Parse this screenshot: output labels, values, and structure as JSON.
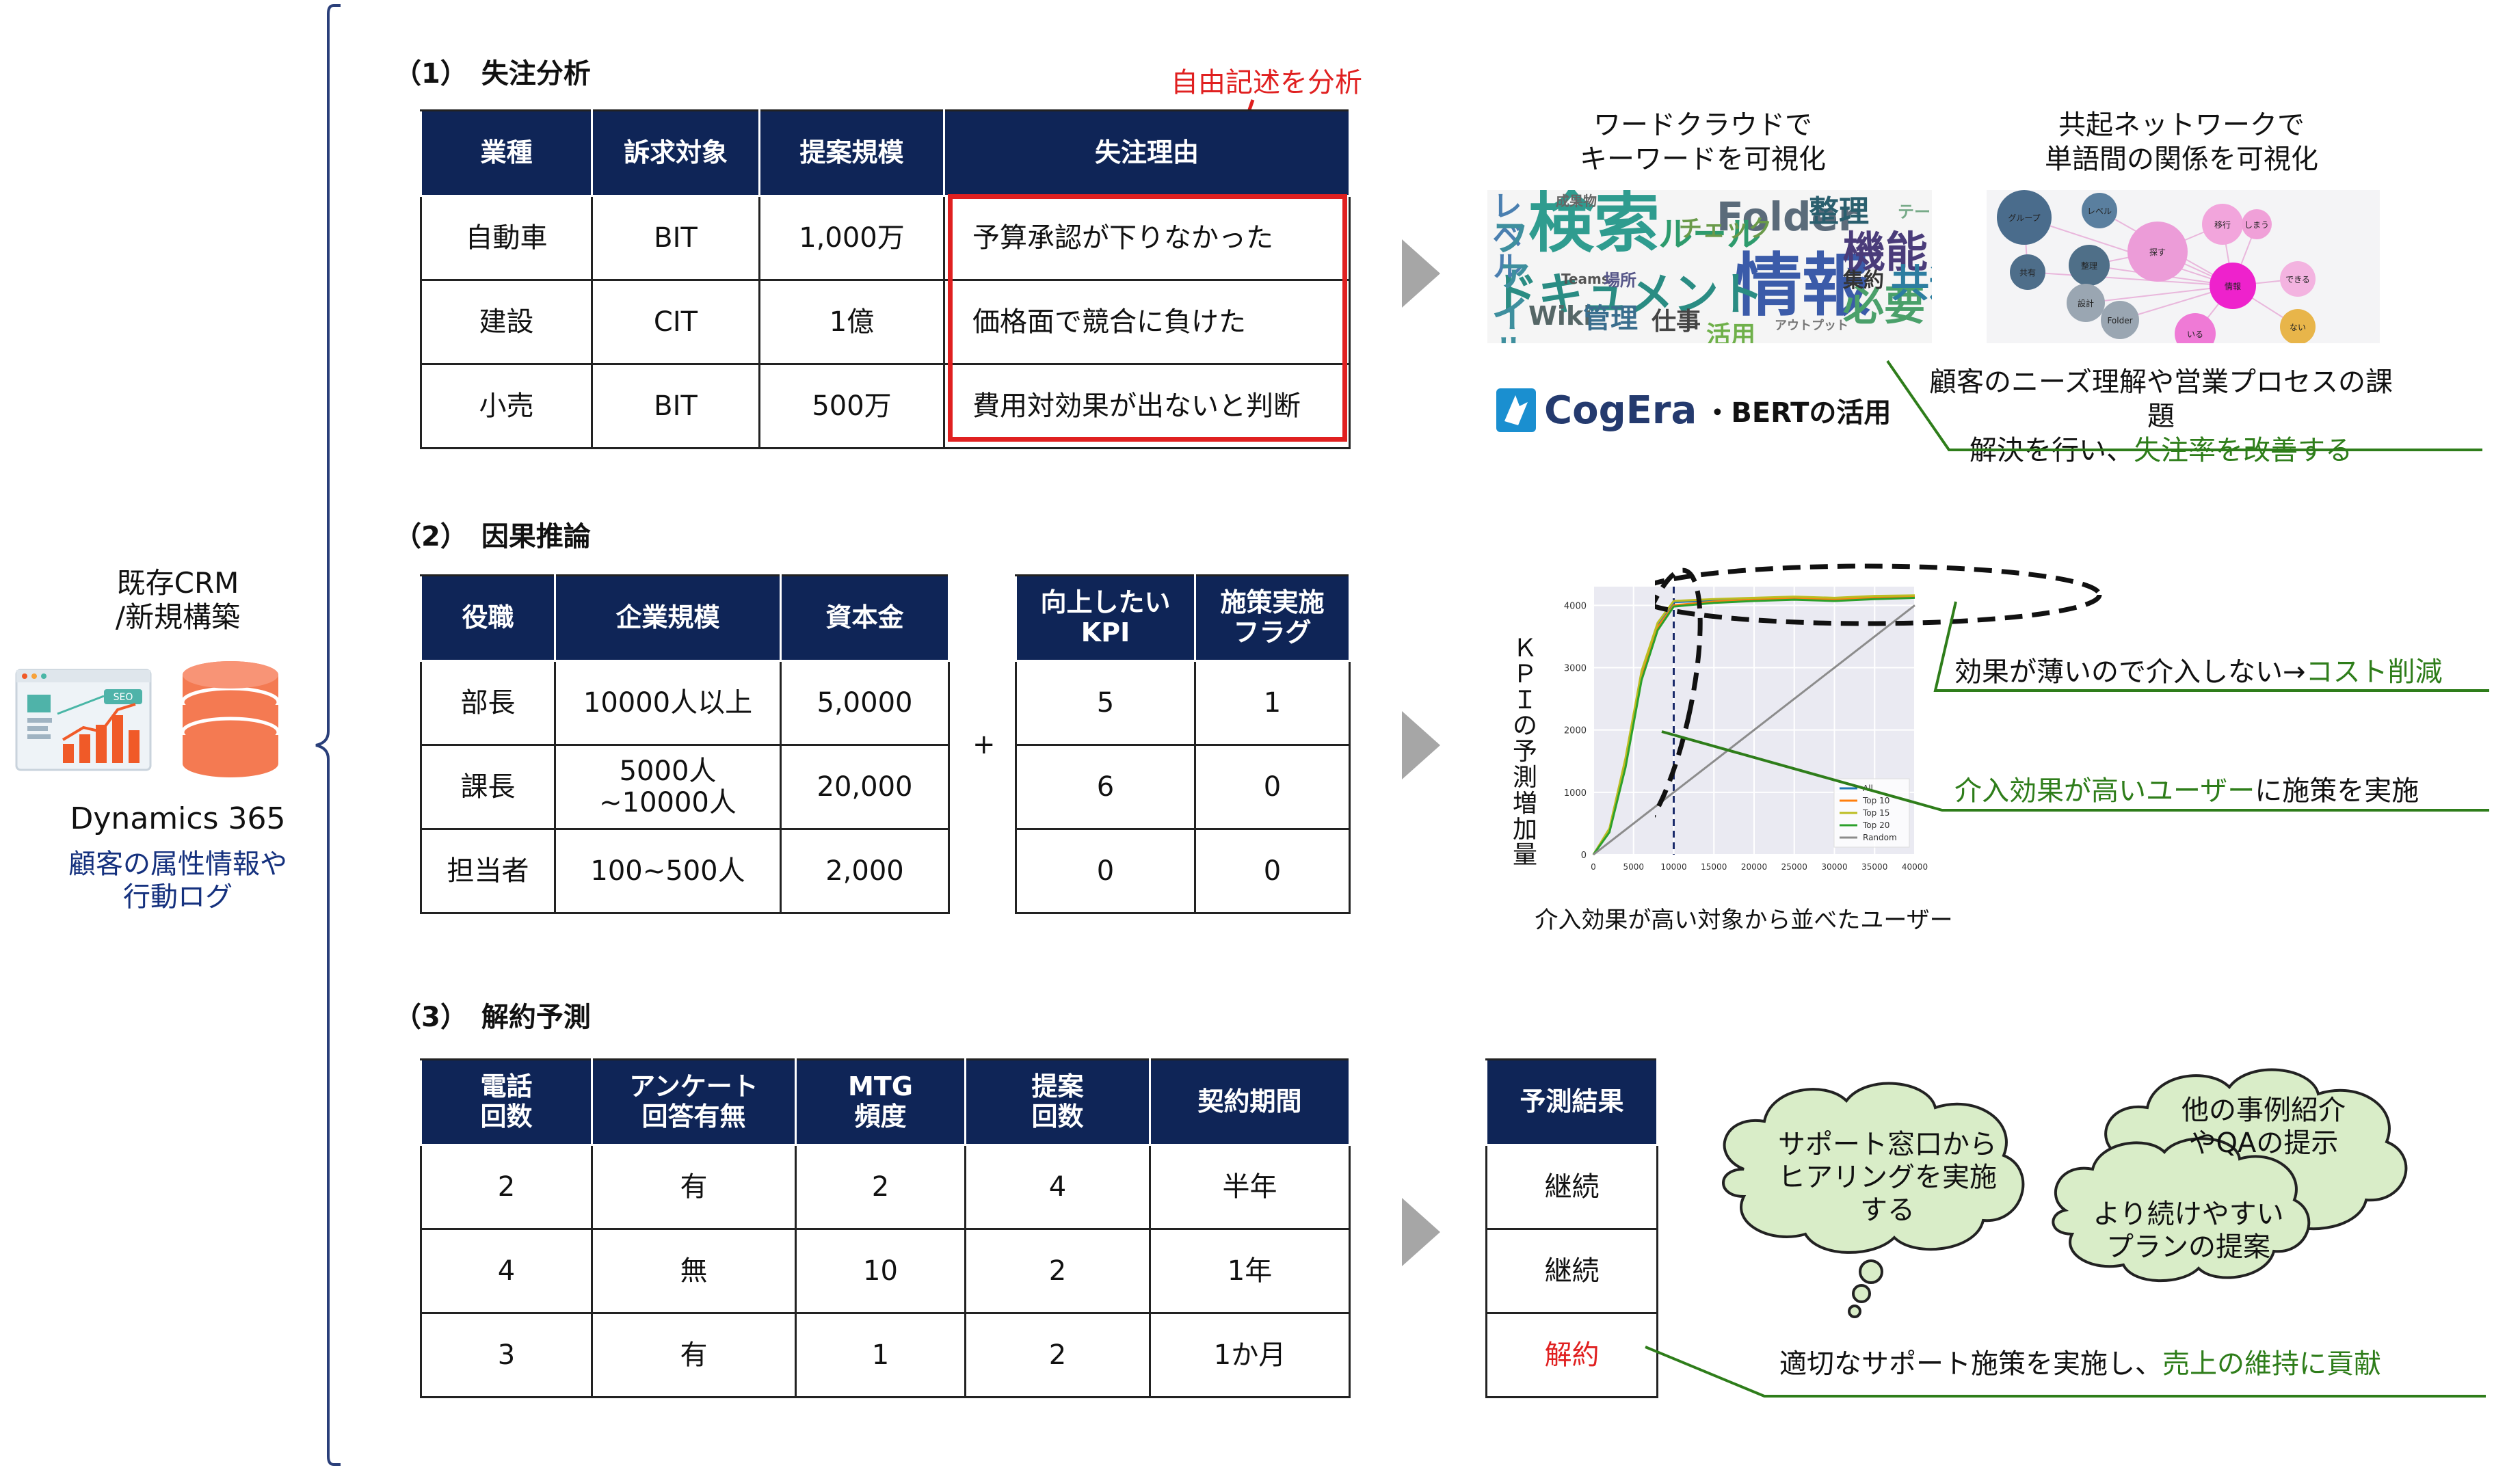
{
  "left": {
    "title_line1": "既存CRM",
    "title_line2": "/新規構築",
    "product": "Dynamics 365",
    "desc_line1": "顧客の属性情報や",
    "desc_line2": "行動ログ",
    "seo_badge": "SEO"
  },
  "s1": {
    "title": "（1）　失注分析",
    "callout": "自由記述を分析",
    "headers": [
      "業種",
      "訴求対象",
      "提案規模",
      "失注理由"
    ],
    "rows": [
      [
        "自動車",
        "BIT",
        "1,000万",
        "予算承認が下りなかった"
      ],
      [
        "建設",
        "CIT",
        "1億",
        "価格面で競合に負けた"
      ],
      [
        "小売",
        "BIT",
        "500万",
        "費用対効果が出ないと判断"
      ]
    ],
    "wc_cap1": "ワードクラウドで",
    "wc_cap2": "キーワードを可視化",
    "net_cap1": "共起ネットワークで",
    "net_cap2": "単語間の関係を可視化",
    "logo_text": "CogEra",
    "logo_suffix": "・BERTの活用",
    "result_line1": "顧客のニーズ理解や営業プロセスの課題",
    "result_line2a": "解決を行い、",
    "result_line2b": "失注率を改善する",
    "wordcloud_words": [
      "検索",
      "情報",
      "Folder",
      "ドキュメント",
      "機能",
      "整理",
      "ルール",
      "レベル",
      "Wiki",
      "管理",
      "仕事",
      "必要",
      "共通",
      "集約",
      "チェック",
      "ファイル",
      "成果物",
      "Teams",
      "アウトプット",
      "場所",
      "活用",
      "テーマ"
    ],
    "network_words": [
      "グループ",
      "レベル",
      "共有",
      "整理",
      "探す",
      "移行",
      "しまう",
      "情報",
      "できる",
      "設計",
      "Folder",
      "いる",
      "ない"
    ]
  },
  "s2": {
    "title": "（2）　因果推論",
    "headers": [
      "役職",
      "企業規模",
      "資本金"
    ],
    "rows": [
      [
        "部長",
        "10000人以上",
        "5,0000"
      ],
      [
        "課長",
        "5000人\n~10000人",
        "20,000"
      ],
      [
        "担当者",
        "100~500人",
        "2,000"
      ]
    ],
    "plus": "+",
    "headers2": [
      "向上したい\nKPI",
      "施策実施\nフラグ"
    ],
    "rows2": [
      [
        "5",
        "1"
      ],
      [
        "6",
        "0"
      ],
      [
        "0",
        "0"
      ]
    ],
    "ylabel": "ＫＰＩの予測増加量",
    "xlabel": "介入効果が高い対象から並べたユーザー",
    "result1a": "効果が薄いので介入しない→",
    "result1b": "コスト削減",
    "result2a": "介入効果が高いユーザー",
    "result2b": "に施策を実施"
  },
  "chart_data": {
    "type": "line",
    "title": "",
    "xlabel": "介入効果が高い対象から並べたユーザー",
    "ylabel": "ＫＰＩの予測増加量",
    "xlim": [
      0,
      40000
    ],
    "ylim": [
      0,
      4300
    ],
    "xticks": [
      0,
      5000,
      10000,
      15000,
      20000,
      25000,
      30000,
      35000,
      40000
    ],
    "yticks": [
      0,
      1000,
      2000,
      3000,
      4000
    ],
    "legend_position": "lower-right",
    "grid": true,
    "x": [
      0,
      2000,
      4000,
      6000,
      8000,
      10000,
      15000,
      20000,
      25000,
      30000,
      35000,
      40000
    ],
    "series": [
      {
        "name": "All",
        "color": "#1f77b4",
        "values": [
          0,
          400,
          1500,
          2900,
          3700,
          4050,
          4080,
          4100,
          4120,
          4100,
          4130,
          4150
        ]
      },
      {
        "name": "Top 10",
        "color": "#ff7f0e",
        "values": [
          0,
          380,
          1450,
          2850,
          3650,
          4000,
          4060,
          4090,
          4110,
          4090,
          4120,
          4140
        ]
      },
      {
        "name": "Top 15",
        "color": "#bcbd22",
        "values": [
          0,
          420,
          1550,
          2950,
          3720,
          4070,
          4100,
          4120,
          4140,
          4120,
          4150,
          4160
        ]
      },
      {
        "name": "Top 20",
        "color": "#2ca02c",
        "values": [
          0,
          360,
          1400,
          2800,
          3600,
          3980,
          4040,
          4070,
          4090,
          4070,
          4100,
          4120
        ]
      },
      {
        "name": "Random",
        "color": "#8c8c8c",
        "values": [
          0,
          200,
          400,
          600,
          800,
          1000,
          1500,
          2000,
          2500,
          3000,
          3500,
          4000
        ]
      }
    ]
  },
  "s3": {
    "title": "（3）　解約予測",
    "headers": [
      "電話\n回数",
      "アンケート\n回答有無",
      "MTG\n頻度",
      "提案\n回数",
      "契約期間"
    ],
    "rows": [
      [
        "2",
        "有",
        "2",
        "4",
        "半年"
      ],
      [
        "4",
        "無",
        "10",
        "2",
        "1年"
      ],
      [
        "3",
        "有",
        "1",
        "2",
        "1か月"
      ]
    ],
    "pred_header": "予測結果",
    "pred": [
      "継続",
      "継続",
      "解約"
    ],
    "cloud1": "サポート窓口から\nヒアリングを実施\nする",
    "cloud2": "他の事例紹介\nやQAの提示",
    "cloud3": "より続けやすい\nプランの提案",
    "result_a": "適切なサポート施策を実施し、",
    "result_b": "売上の維持に貢献"
  },
  "colors": {
    "navy": "#0f2557",
    "red": "#e02020",
    "green": "#2e7d1a",
    "cloud": "#d9edc8"
  }
}
